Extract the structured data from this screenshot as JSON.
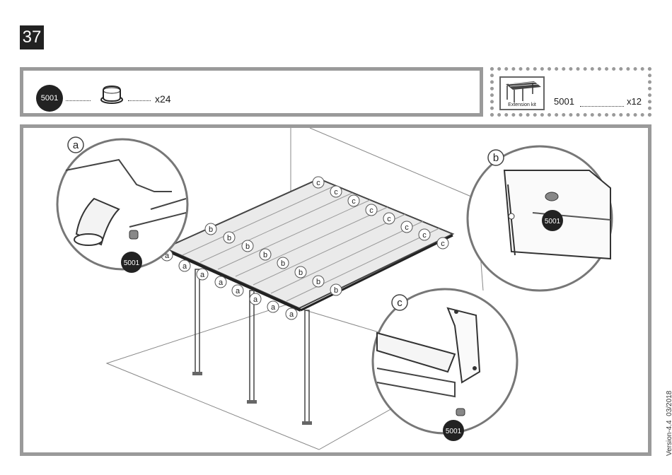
{
  "step": {
    "number": "37"
  },
  "parts": {
    "code": "5001",
    "quantity": "x24"
  },
  "kit": {
    "thumb_label": "Extension kit",
    "code": "5001",
    "quantity": "x12"
  },
  "detail_labels": {
    "a": "a",
    "b": "b",
    "c": "c"
  },
  "detail_part_code": "5001",
  "callouts": {
    "a": [
      "a",
      "a",
      "a",
      "a",
      "a",
      "a",
      "a",
      "a"
    ],
    "b": [
      "b",
      "b",
      "b",
      "b",
      "b",
      "b",
      "b",
      "b"
    ],
    "c": [
      "c",
      "c",
      "c",
      "c",
      "c",
      "c",
      "c",
      "c"
    ]
  },
  "version": "Version-4.4_03/2018"
}
